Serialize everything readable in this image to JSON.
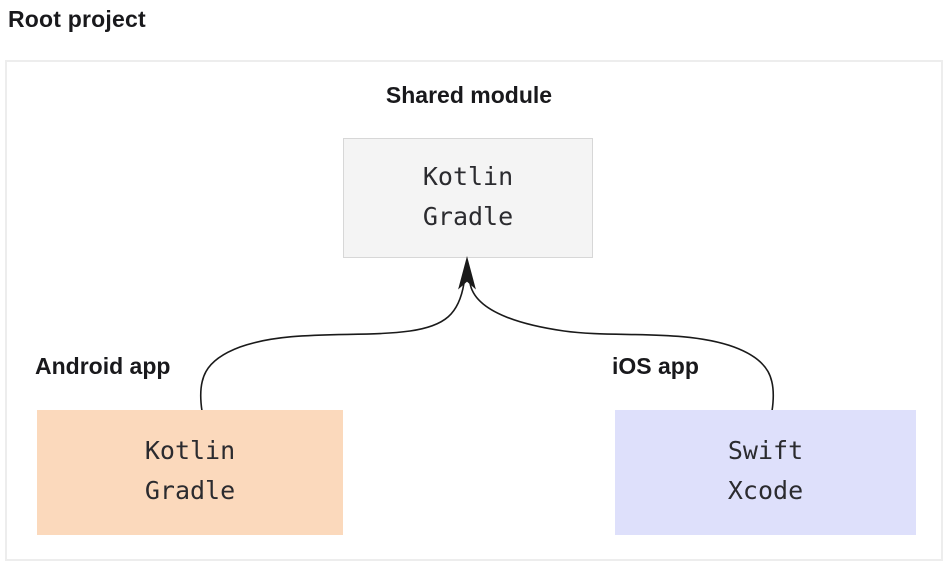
{
  "page": {
    "title": "Root project"
  },
  "diagram": {
    "shared_module": {
      "label": "Shared module",
      "line1": "Kotlin",
      "line2": "Gradle"
    },
    "android_app": {
      "label": "Android app",
      "line1": "Kotlin",
      "line2": "Gradle"
    },
    "ios_app": {
      "label": "iOS app",
      "line1": "Swift",
      "line2": "Xcode"
    },
    "arrows": [
      {
        "from": "android_app",
        "to": "shared_module"
      },
      {
        "from": "ios_app",
        "to": "shared_module"
      }
    ],
    "colors": {
      "heading_text": "#19191c",
      "code_text": "#2b2b2f",
      "container_border": "#ededed",
      "shared_box_bg": "#f4f4f4",
      "shared_box_border": "#d7d7d7",
      "android_box_bg": "#fbd9bc",
      "ios_box_bg": "#dee0fb",
      "arrow_stroke": "#1a1a1a"
    }
  }
}
